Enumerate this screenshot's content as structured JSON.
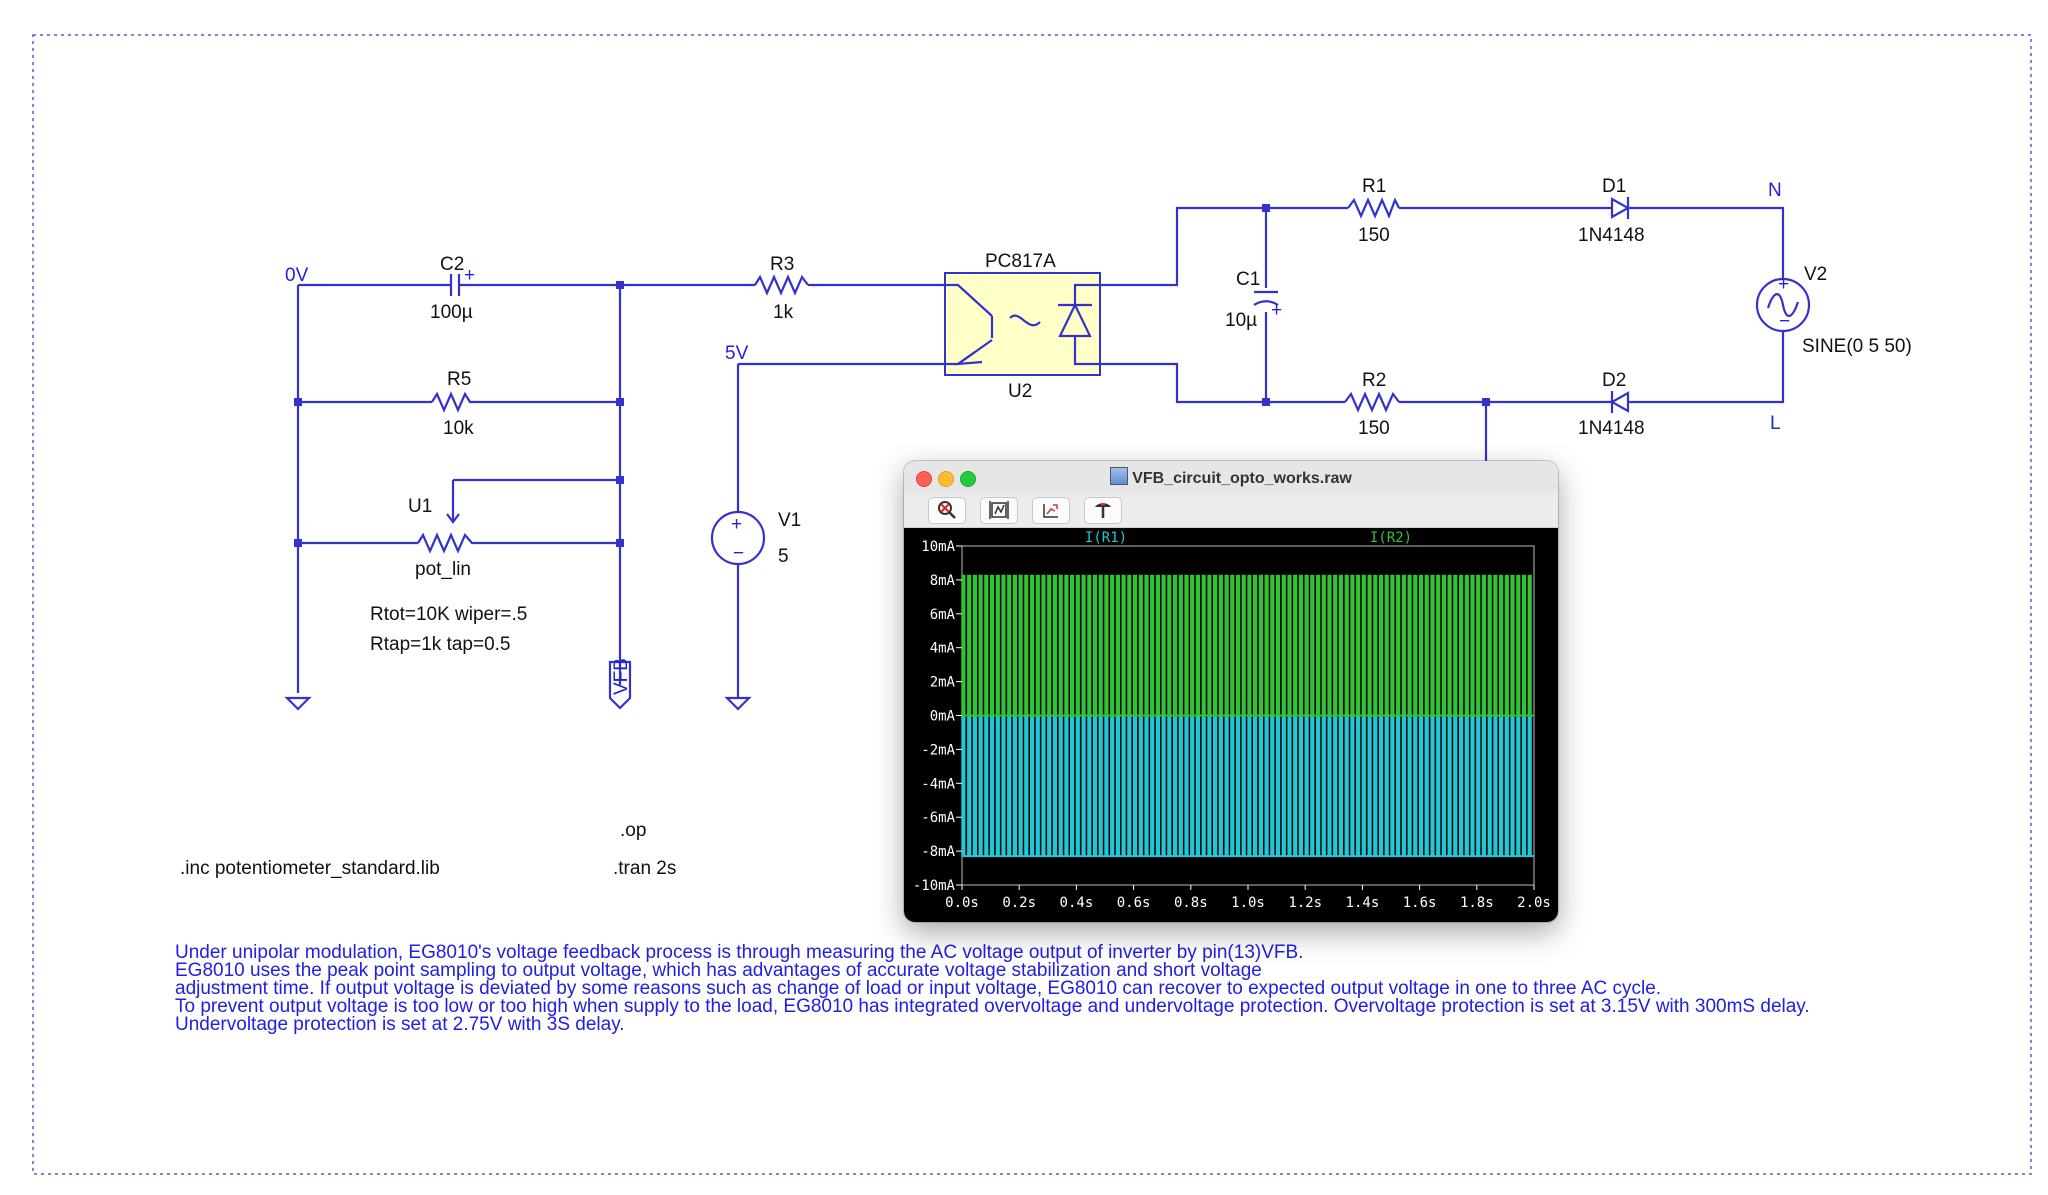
{
  "labels": {
    "c2": "C2",
    "c2_val": "100µ",
    "r3": "R3",
    "r3_val": "1k",
    "r5": "R5",
    "r5_val": "10k",
    "u1": "U1",
    "u1_val": "pot_lin",
    "u1_param1": "Rtot=10K wiper=.5",
    "u1_param2": "Rtap=1k tap=0.5",
    "u2_part": "PC817A",
    "u2": "U2",
    "c1": "C1",
    "c1_val": "10µ",
    "r1": "R1",
    "r1_val": "150",
    "r2": "R2",
    "r2_val": "150",
    "d1": "D1",
    "d1_val": "1N4148",
    "d2": "D2",
    "d2_val": "1N4148",
    "v1": "V1",
    "v1_val": "5",
    "v2": "V2",
    "v2_val": "SINE(0 5 50)",
    "net_0v": "0V",
    "net_5v": "5V",
    "net_n": "N",
    "net_l": "L",
    "vfb": "VFB"
  },
  "directives": {
    "op": ".op",
    "tran": ".tran 2s",
    "inc": ".inc potentiometer_standard.lib"
  },
  "comment_lines": [
    "Under unipolar modulation, EG8010's voltage feedback process is through measuring the AC voltage output of inverter by pin(13)VFB.",
    "EG8010 uses the peak point sampling to output voltage, which has advantages of accurate voltage stabilization and short voltage",
    "adjustment time. If output voltage is deviated by some reasons such as change of load or input voltage, EG8010 can recover to expected output voltage in one to three AC cycle.",
    "To prevent output voltage is too low or too high when supply to the load, EG8010 has integrated overvoltage and undervoltage protection. Overvoltage protection is set at 3.15V with 300mS delay.",
    "Undervoltage protection is set at 2.75V with 3S delay."
  ],
  "window": {
    "title": "VFB_circuit_opto_works.raw",
    "toolbar": [
      {
        "icon": "zoom-cancel-icon"
      },
      {
        "icon": "autorange-icon"
      },
      {
        "icon": "pan-icon"
      },
      {
        "icon": "probe-icon"
      }
    ]
  },
  "chart_data": {
    "type": "line",
    "series": [
      {
        "name": "I(R1)",
        "color": "#22c7d6",
        "min_mA": -8.3,
        "max_mA": 0,
        "frequency_hz": 50
      },
      {
        "name": "I(R2)",
        "color": "#33c233",
        "min_mA": 0,
        "max_mA": 8.3,
        "frequency_hz": 50
      }
    ],
    "y_ticks": [
      "10mA",
      "8mA",
      "6mA",
      "4mA",
      "2mA",
      "0mA",
      "-2mA",
      "-4mA",
      "-6mA",
      "-8mA",
      "-10mA"
    ],
    "x_ticks": [
      "0.0s",
      "0.2s",
      "0.4s",
      "0.6s",
      "0.8s",
      "1.0s",
      "1.2s",
      "1.4s",
      "1.6s",
      "1.8s",
      "2.0s"
    ],
    "xlim": [
      0,
      2
    ],
    "ylim": [
      -10,
      10
    ],
    "background": "#000000"
  }
}
